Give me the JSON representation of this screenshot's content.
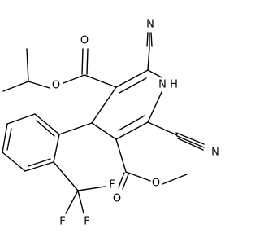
{
  "molecule": {
    "atoms": {
      "N_cyano_top": "N",
      "N_ring": "N",
      "H_ring": "H",
      "N_cyano_right": "N",
      "O_ester1_single": "O",
      "O_ester1_double": "O",
      "O_ester2_single": "O",
      "O_ester2_double": "O",
      "F1": "F",
      "F2": "F",
      "F3": "F"
    }
  }
}
